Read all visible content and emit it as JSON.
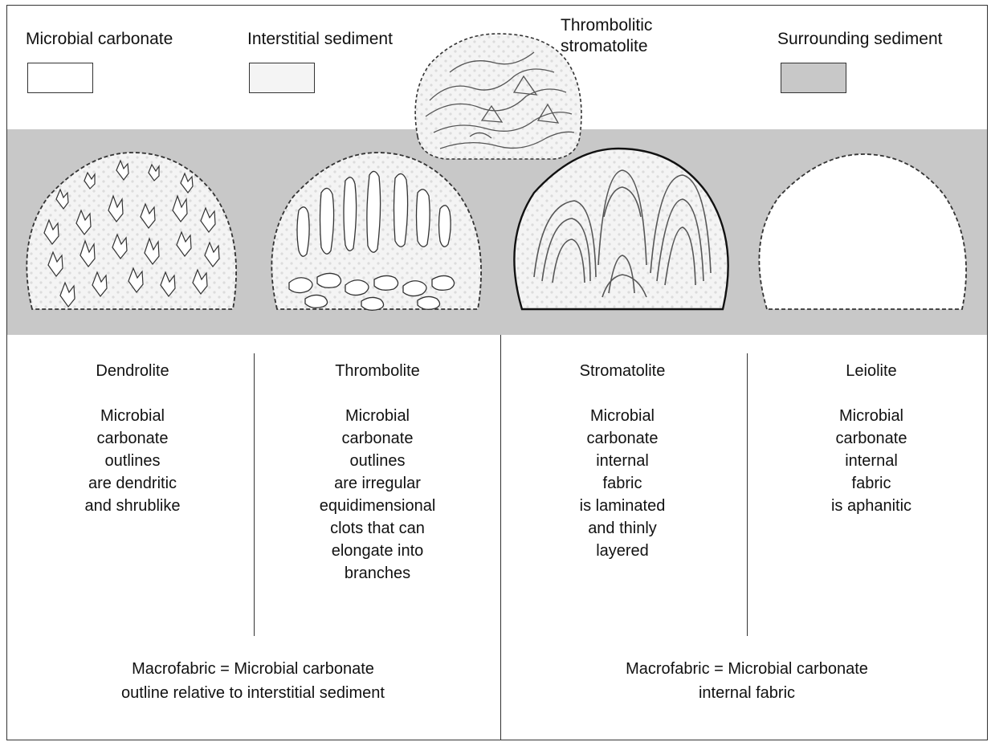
{
  "legend": {
    "microbial_carbonate": "Microbial carbonate",
    "interstitial_sediment": "Interstitial sediment",
    "thrombolitic_stromatolite": "Thrombolitic\nstromatolite",
    "surrounding_sediment": "Surrounding sediment"
  },
  "types": [
    {
      "name": "Dendrolite",
      "description": "Microbial\ncarbonate\noutlines\nare dendritic\nand shrublike"
    },
    {
      "name": "Thrombolite",
      "description": "Microbial\ncarbonate\noutlines\nare irregular\nequidimensional\nclots that can\nelongate into\nbranches"
    },
    {
      "name": "Stromatolite",
      "description": "Microbial\ncarbonate\ninternal\nfabric\nis laminated\nand thinly\nlayered"
    },
    {
      "name": "Leiolite",
      "description": "Microbial\ncarbonate\ninternal\nfabric\nis aphanitic"
    }
  ],
  "macrofabric": {
    "left": "Macrofabric = Microbial carbonate\noutline relative to interstitial sediment",
    "right": "Macrofabric = Microbial carbonate\ninternal fabric"
  },
  "colors": {
    "surrounding_sediment": "#c8c8c8",
    "interstitial_sediment": "#f4f4f4",
    "microbial_carbonate": "#ffffff",
    "outline": "#333333"
  }
}
